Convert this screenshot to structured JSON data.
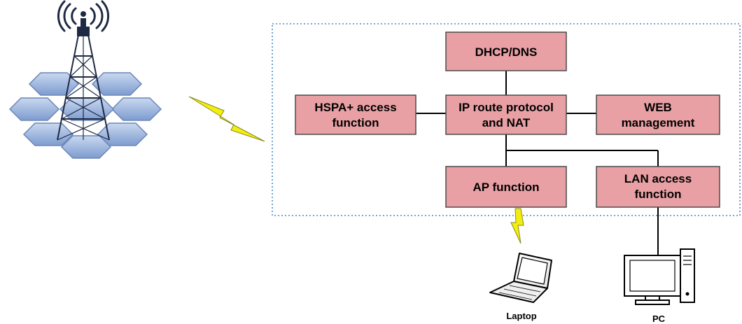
{
  "boxes": {
    "dhcp": {
      "lines": [
        "DHCP/DNS"
      ]
    },
    "hspa": {
      "lines": [
        "HSPA+ access",
        "function"
      ]
    },
    "iproute": {
      "lines": [
        "IP route protocol",
        "and NAT"
      ]
    },
    "web": {
      "lines": [
        "WEB",
        "management"
      ]
    },
    "ap": {
      "lines": [
        "AP function"
      ]
    },
    "lan": {
      "lines": [
        "LAN access",
        "function"
      ]
    }
  },
  "devices": {
    "laptop": {
      "label": "Laptop",
      "icon": "laptop-icon"
    },
    "pc": {
      "label": "PC",
      "icon": "desktop-pc-icon"
    },
    "tower": {
      "icon": "cell-tower-icon"
    }
  },
  "colors": {
    "box_fill": "#e8a0a4",
    "box_stroke": "#4a4a4a",
    "dotted_border": "#4a8ac8",
    "lightning": "#f2ee10",
    "hex_fill": "#9db5dc",
    "tower": "#1e2a44"
  }
}
